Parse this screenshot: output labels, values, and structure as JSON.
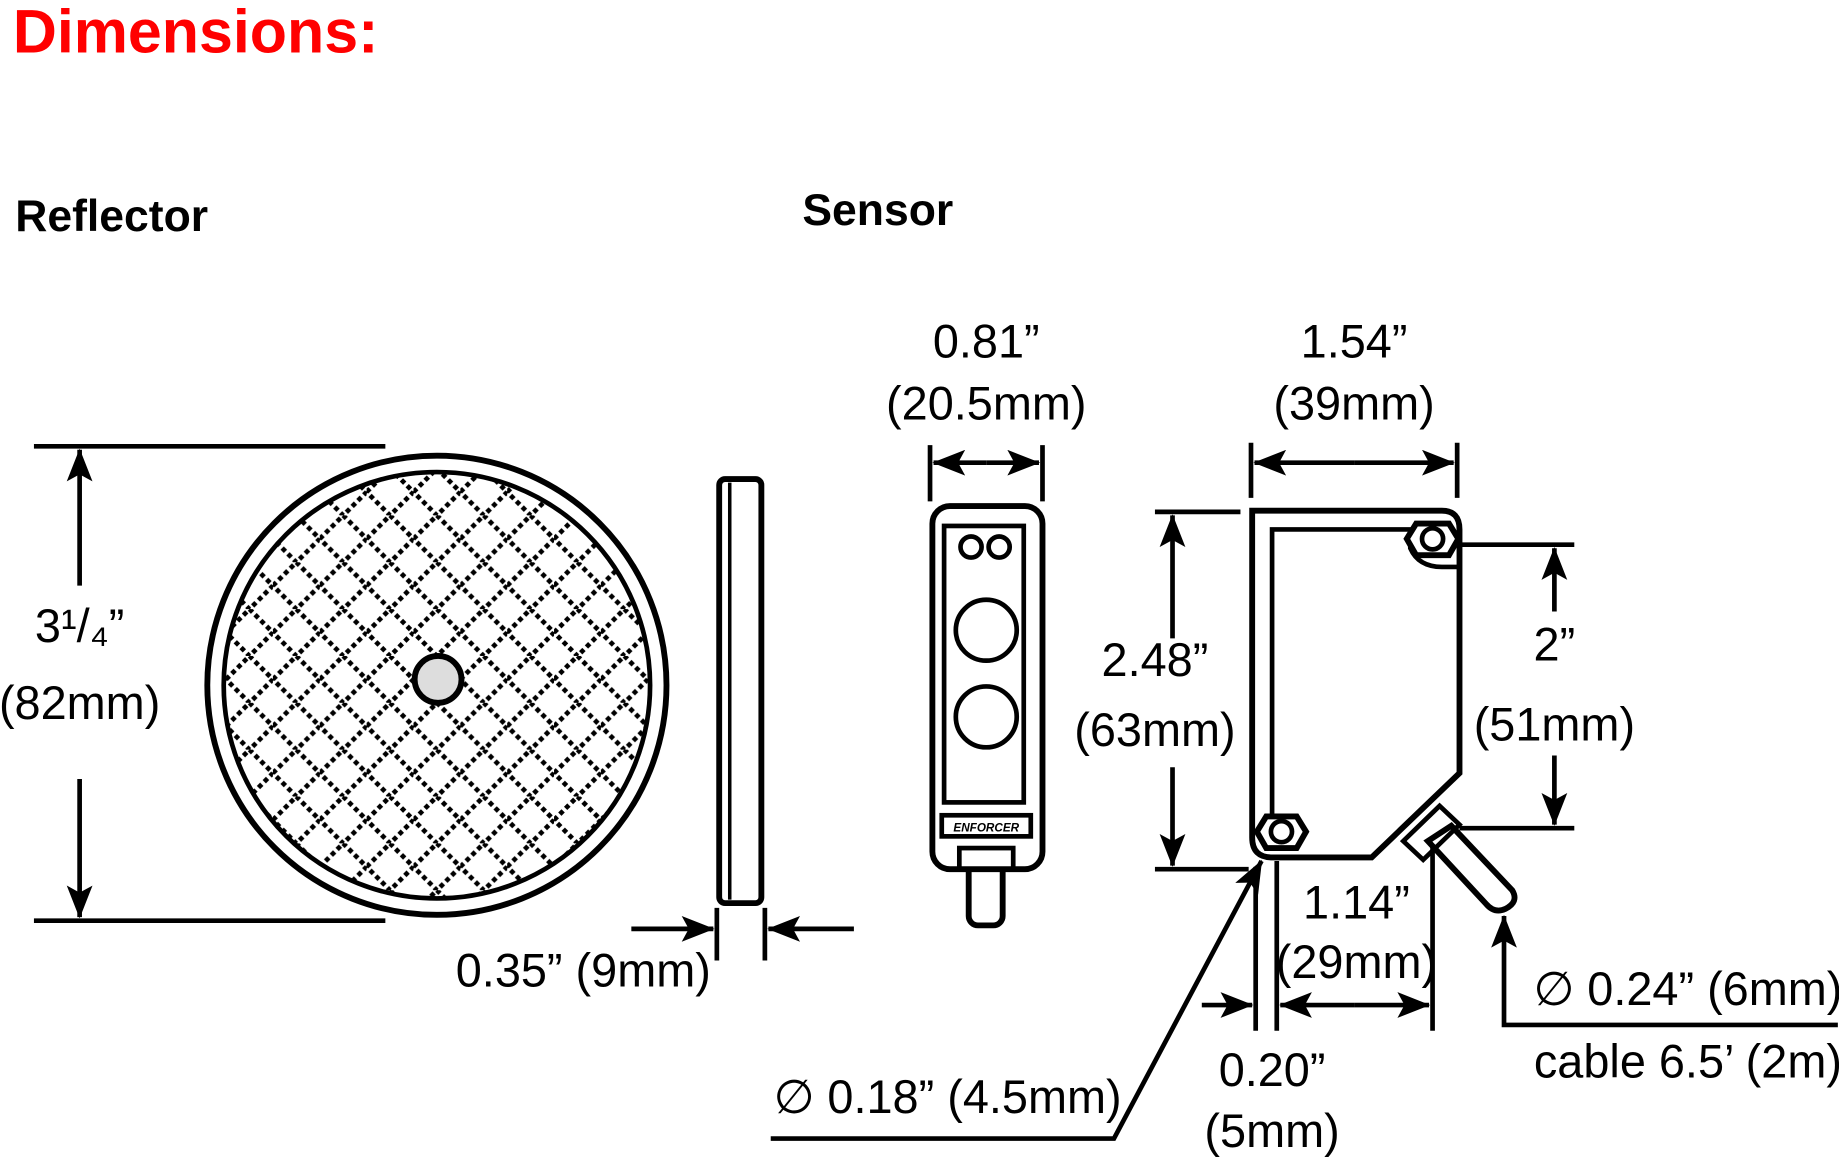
{
  "title": "Dimensions:",
  "title_color": "#ff0000",
  "reflector": {
    "heading": "Reflector",
    "diameter_in": "3¹/₄”",
    "diameter_mm": "(82mm)",
    "thickness": "0.35” (9mm)"
  },
  "sensor": {
    "heading": "Sensor",
    "brand_label": "ENFORCER",
    "width_front_in": "0.81”",
    "width_front_mm": "(20.5mm)",
    "width_side_in": "1.54”",
    "width_side_mm": "(39mm)",
    "height_in": "2.48”",
    "height_mm": "(63mm)",
    "hole_spacing_in": "2”",
    "hole_spacing_mm": "(51mm)",
    "bottom_in": "1.14”",
    "bottom_mm": "(29mm)",
    "offset_in": "0.20”",
    "offset_mm": "(5mm)",
    "hole_diameter": "∅ 0.18” (4.5mm)",
    "cable_diameter": "∅ 0.24” (6mm)",
    "cable_length": "cable 6.5’ (2m)"
  }
}
